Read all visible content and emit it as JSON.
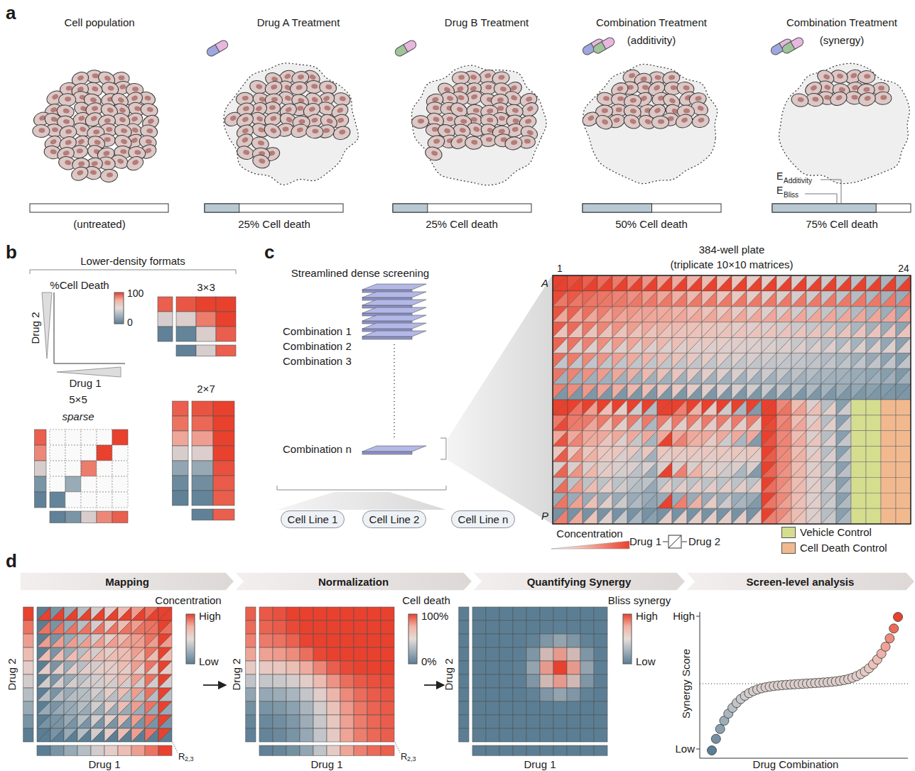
{
  "diagram": {
    "nodes": [
      {
        "text": [
          "Cell Line 1"
        ]
      },
      {
        "text": [
          "Cell Line 2"
        ]
      },
      {
        "text": [
          "Cell Line n"
        ]
      },
      {
        "text": [
          "Mapping"
        ]
      },
      {
        "text": [
          "Normalization"
        ]
      },
      {
        "text": [
          "Quantifying Synergy"
        ]
      },
      {
        "text": [
          "Screen-level analysis"
        ]
      }
    ],
    "labels": [
      "a",
      "Cell population",
      "Drug A Treatment",
      "Drug B Treatment",
      "Combination Treatment",
      "(additivity)",
      "Combination Treatment",
      "(synergy)",
      "(untreated)",
      "25% Cell death",
      "25% Cell death",
      "50% Cell death",
      "75% Cell death",
      "E",
      "Additivity",
      "E",
      "Bliss",
      "b",
      "Lower-density formats",
      "%Cell Death",
      "100",
      "0",
      "Drug 2",
      "Drug 1",
      "3×3",
      "5×5",
      "sparse",
      "2×7",
      "c",
      "Streamlined dense screening",
      "Combination 1",
      "Combination 2",
      "Combination 3",
      "Combination n",
      "384-well plate",
      "(triplicate 10×10 matrices)",
      "1",
      "24",
      "A",
      "P",
      "Concentration",
      "Drug 1",
      "Drug 2",
      "d",
      "Concentration",
      "High",
      "Low",
      "Drug 2",
      "Drug 1",
      "R",
      "2,3",
      "Cell death",
      "100%",
      "0%",
      "Drug 2",
      "Drug 1",
      "R",
      "2,3",
      "Bliss synergy",
      "High",
      "Low",
      "Drug 2",
      "Drug 1",
      "High",
      "Low",
      "Synergy Score",
      "Drug Combination"
    ],
    "legend": [
      {
        "text": "Vehicle Control",
        "color": "#d5dd8f"
      },
      {
        "text": "Cell Death Control",
        "color": "#f2b98f"
      }
    ]
  }
}
